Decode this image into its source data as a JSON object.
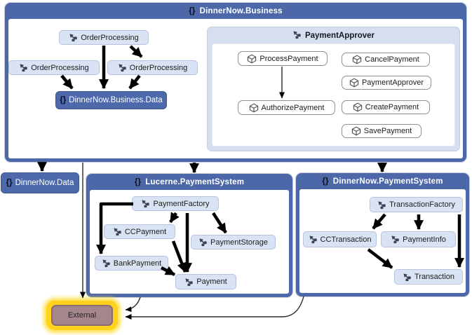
{
  "glyphs": {
    "namespace": "{}"
  },
  "containers": {
    "business": {
      "title": "DinnerNow.Business"
    },
    "lucerne": {
      "title": "Lucerne.PaymentSystem"
    },
    "payment_system": {
      "title": "DinnerNow.PaymentSystem"
    }
  },
  "groups": {
    "payment_approver": {
      "title": "PaymentApprover"
    }
  },
  "nodes": {
    "order_processing_top": {
      "label": "OrderProcessing"
    },
    "order_processing_left": {
      "label": "OrderProcessing"
    },
    "order_processing_right": {
      "label": "OrderProcessing"
    },
    "business_data": {
      "label": "DinnerNow.Business.Data"
    },
    "process_payment": {
      "label": "ProcessPayment"
    },
    "cancel_payment": {
      "label": "CancelPayment"
    },
    "payment_approver_node": {
      "label": "PaymentApprover"
    },
    "authorize_payment": {
      "label": "AuthorizePayment"
    },
    "create_payment": {
      "label": "CreatePayment"
    },
    "save_payment": {
      "label": "SavePayment"
    },
    "dinnernow_data": {
      "label": "DinnerNow.Data"
    },
    "payment_factory": {
      "label": "PaymentFactory"
    },
    "cc_payment": {
      "label": "CCPayment"
    },
    "payment_storage": {
      "label": "PaymentStorage"
    },
    "bank_payment": {
      "label": "BankPayment"
    },
    "payment": {
      "label": "Payment"
    },
    "transaction_factory": {
      "label": "TransactionFactory"
    },
    "cc_transaction": {
      "label": "CCTransaction"
    },
    "payment_info": {
      "label": "PaymentInfo"
    },
    "transaction": {
      "label": "Transaction"
    },
    "external": {
      "label": "External"
    }
  },
  "colors": {
    "container_blue": "#4d68a8",
    "node_light_fill": "#dae3f3",
    "group_fill": "#d6dff0",
    "dark_node_fill": "#4d68ab",
    "external_fill": "#a5868c",
    "external_glow": "#ffd21e",
    "arrow": "#000000"
  }
}
